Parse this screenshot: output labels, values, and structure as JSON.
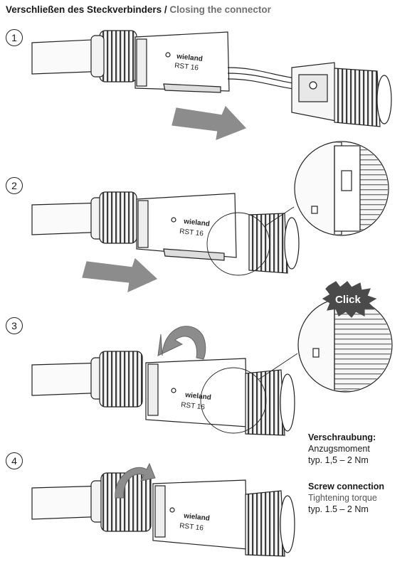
{
  "title": {
    "de": "Verschließen des Steckverbinders",
    "separator": "/",
    "en": "Closing the connector"
  },
  "steps": [
    "1",
    "2",
    "3",
    "4"
  ],
  "brand": "wieland",
  "model": "RST  16",
  "click_label": "Click",
  "screw_info": {
    "de_heading": "Verschraubung:",
    "de_line1": "Anzugsmoment",
    "de_line2": "typ. 1,5 – 2 Nm",
    "en_heading": "Screw connection",
    "en_line1": "Tightening torque",
    "en_line2": "typ. 1.5 – 2 Nm"
  },
  "colors": {
    "arrow_gray": "#8c8c8c",
    "outline": "#222222",
    "nut_dark": "#3a3a3a",
    "click_burst": "#4a4a4a"
  }
}
